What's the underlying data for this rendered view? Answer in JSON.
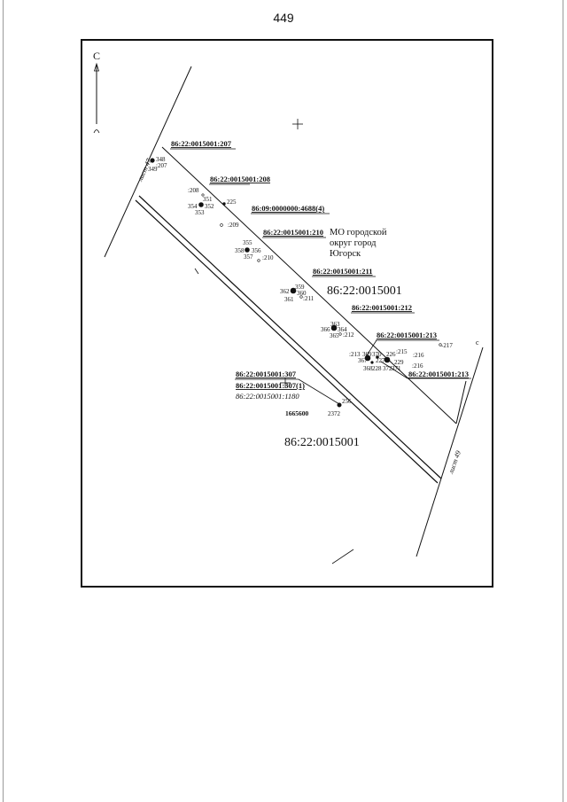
{
  "page_number": "449",
  "north_label": "С",
  "sheet_labels": {
    "sheet47": "лист 47",
    "sheet49": "лист 49"
  },
  "right_edge_letter": "с",
  "district_label": [
    "МО городской",
    "округ город",
    "Югорск"
  ],
  "block_labels": {
    "main_block_upper": "86:22:0015001",
    "main_block_lower": "86:22:0015001"
  },
  "coordinate_label": "1665600",
  "parcel_labels": {
    "p207": "86:22:0015001:207",
    "p208": "86:22:0015001:208",
    "p4688": "86:09:0000000:4688(4)",
    "p210": "86:22:0015001:210",
    "p211": "86:22:0015001:211",
    "p212": "86:22:0015001:212",
    "p213a": "86:22:0015001:213",
    "p213b": "86:22:0015001:213",
    "p307": "86:22:0015001:307",
    "p307_1": "86:22:0015001:307(1)",
    "p1180": "86:22:0015001:1180"
  },
  "point_labels": {
    "n348": "348",
    "n349": "349",
    "n207": ":207",
    "n208": ":208",
    "n351": "351",
    "n225": "225",
    "n354": "354",
    "n352": "352",
    "n353": "353",
    "n209": ":209",
    "n355": "355",
    "n358": "358",
    "n356": "356",
    "n357": "357",
    "n210": ":210",
    "n359": "359",
    "n362": "362",
    "n360": "360",
    "n361": "361",
    "n211": ":211",
    "n363": "363",
    "n366": "366",
    "n364": "364",
    "n365": "365",
    "n212": ":212",
    "n217": "-217",
    "n215": ":215",
    "n216a": ":216",
    "n216b": ":216",
    "n213": ":213",
    "n369": "369",
    "n370": "370",
    "n226": "226",
    "n367": "367",
    "n227": "227",
    "n229": "229",
    "n368": "368",
    "n228": "228",
    "n372": "372",
    "n371": "371",
    "n256": "256",
    "n2372": "2372"
  }
}
